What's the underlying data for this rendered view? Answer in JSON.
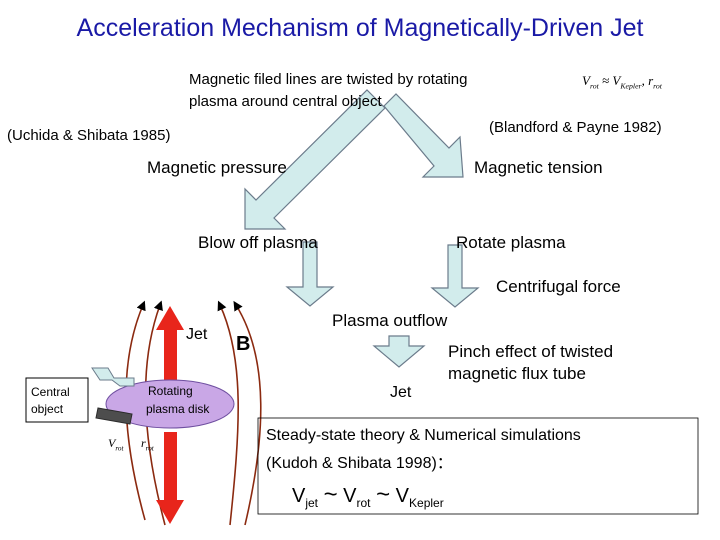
{
  "title": "Acceleration Mechanism of Magnetically-Driven Jet",
  "intro": {
    "line1": "Magnetic filed lines are twisted by rotating",
    "line2": "plasma around central object",
    "formula": {
      "v": "V",
      "v_sub": "rot",
      "approx": "≈",
      "k": "V",
      "k_sub": "Kepler",
      "sep": ",",
      "r": "r",
      "r_sub": "rot"
    }
  },
  "refs": {
    "left": "(Uchida & Shibata 1985)",
    "right": "(Blandford & Payne 1982)"
  },
  "flow": {
    "magnetic_pressure": "Magnetic pressure",
    "magnetic_tension": "Magnetic tension",
    "blow_off": "Blow off plasma",
    "rotate": "Rotate plasma",
    "centrifugal": "Centrifugal force",
    "outflow": "Plasma outflow",
    "pinch_line1": "Pinch effect of twisted",
    "pinch_line2": "magnetic flux tube",
    "jet": "Jet"
  },
  "sketch": {
    "jet": "Jet",
    "b": "B",
    "central_line1": "Central",
    "central_line2": "object",
    "disk_line1": "Rotating",
    "disk_line2": "plasma disk",
    "v": "V",
    "v_sub": "rot",
    "r": "r",
    "r_sub": "rot"
  },
  "conclusion": {
    "line1": "Steady-state theory & Numerical simulations",
    "line2": "(Kudoh & Shibata 1998)：",
    "v1": "V",
    "v1_sub": "jet",
    "tilde1": "~",
    "v2": "V",
    "v2_sub": "rot",
    "tilde2": "~",
    "v3": "V",
    "v3_sub": "Kepler"
  },
  "colors": {
    "title": "#1a1aa6",
    "arrow_fill": "#d2ecec",
    "arrow_stroke": "#6b7b8b",
    "disk_fill": "#c9a7e6",
    "jet_red": "#e8251b",
    "field_line": "#8b2a10"
  }
}
